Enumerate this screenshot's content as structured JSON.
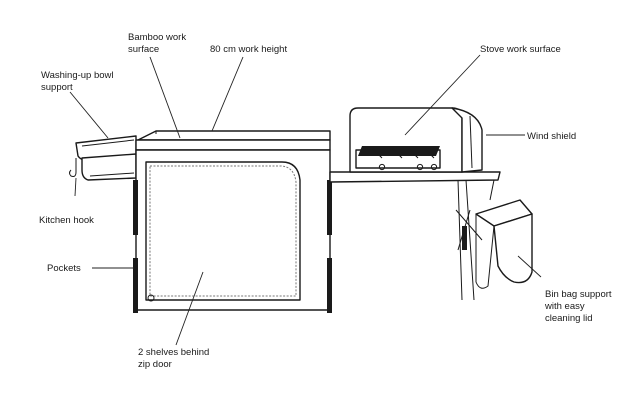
{
  "labels": {
    "bamboo_l1": "Bamboo work",
    "bamboo_l2": "surface",
    "height": "80 cm work height",
    "stove": "Stove work surface",
    "bowl_l1": "Washing-up bowl",
    "bowl_l2": "support",
    "wind": "Wind shield",
    "hook": "Kitchen hook",
    "pockets": "Pockets",
    "binbag_l1": "Bin bag support",
    "binbag_l2": "with easy",
    "binbag_l3": "cleaning lid",
    "shelves_l1": "2 shelves behind",
    "shelves_l2": "zip door"
  }
}
